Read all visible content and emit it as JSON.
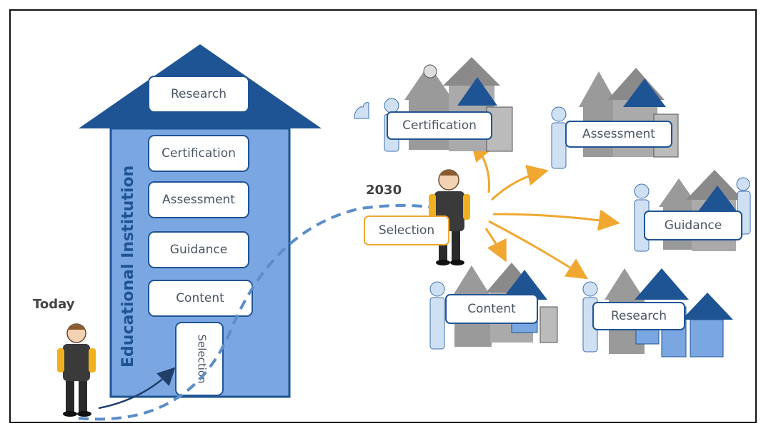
{
  "institution": {
    "title": "Educational Institution",
    "modules": [
      "Research",
      "Certification",
      "Assessment",
      "Guidance",
      "Content",
      "Selection"
    ]
  },
  "captions": {
    "today": "Today",
    "future": "2030"
  },
  "future_selection": "Selection",
  "future_providers": [
    "Certification",
    "Assessment",
    "Guidance",
    "Content",
    "Research"
  ],
  "colors": {
    "dark_blue": "#1f5494",
    "house_fill": "#7aa7e2",
    "arrow_orange": "#f0a830",
    "dashed_path": "#5b8ec9",
    "module_border": "#1f5494"
  }
}
